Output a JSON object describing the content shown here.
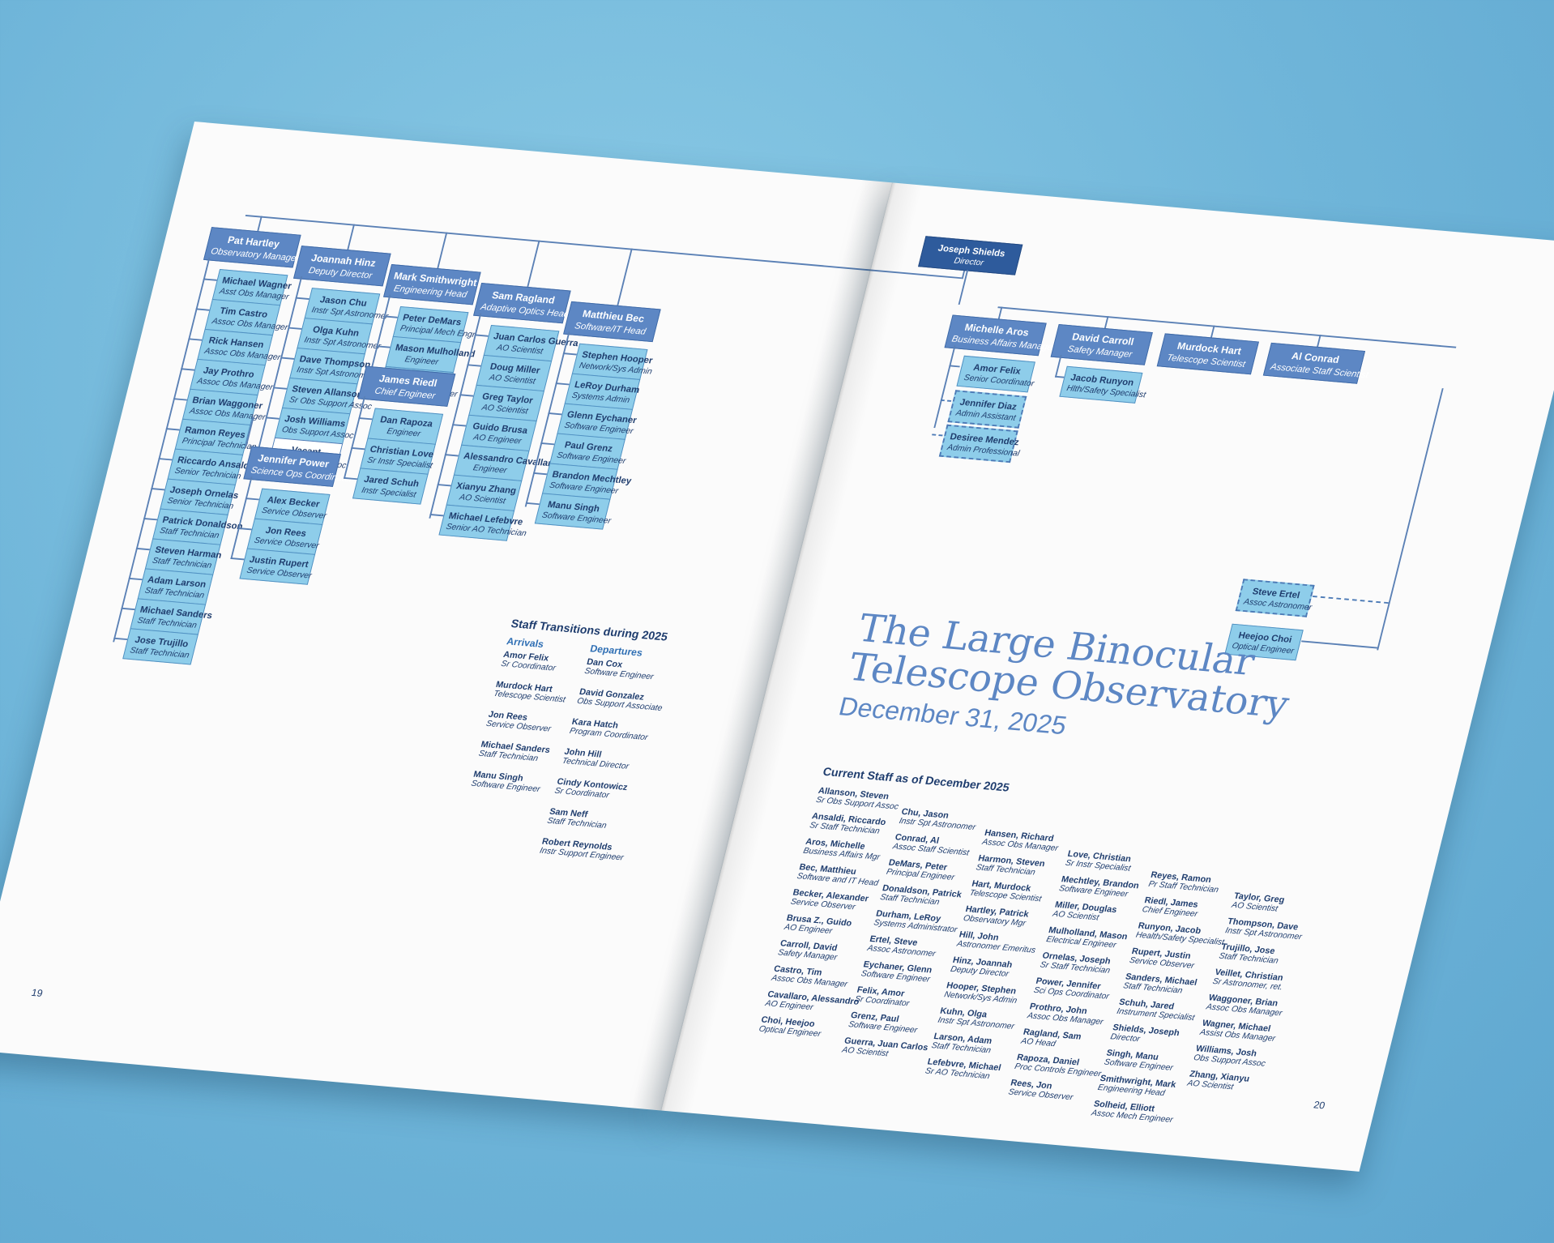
{
  "left_page": {
    "page_number": "19",
    "groups": [
      {
        "head": {
          "name": "Pat Hartley",
          "role": "Observatory Manager"
        },
        "members": [
          {
            "name": "Michael Wagner",
            "role": "Asst Obs Manager"
          },
          {
            "name": "Tim Castro",
            "role": "Assoc Obs Manager"
          },
          {
            "name": "Rick Hansen",
            "role": "Assoc Obs Manager"
          },
          {
            "name": "Jay Prothro",
            "role": "Assoc Obs Manager"
          },
          {
            "name": "Brian Waggoner",
            "role": "Assoc Obs Manager"
          },
          {
            "name": "Ramon Reyes",
            "role": "Principal Technician"
          },
          {
            "name": "Riccardo Ansaldi",
            "role": "Senior Technician"
          },
          {
            "name": "Joseph Ornelas",
            "role": "Senior Technician"
          },
          {
            "name": "Patrick Donaldson",
            "role": "Staff Technician"
          },
          {
            "name": "Steven Harman",
            "role": "Staff Technician"
          },
          {
            "name": "Adam Larson",
            "role": "Staff Technician"
          },
          {
            "name": "Michael Sanders",
            "role": "Staff Technician"
          },
          {
            "name": "Jose Trujillo",
            "role": "Staff Technician"
          }
        ]
      },
      {
        "head": {
          "name": "Joannah Hinz",
          "role": "Deputy Director"
        },
        "members": [
          {
            "name": "Jason Chu",
            "role": "Instr Spt Astronomer"
          },
          {
            "name": "Olga Kuhn",
            "role": "Instr Spt Astronomer"
          },
          {
            "name": "Dave Thompson",
            "role": "Instr Spt Astronomer"
          },
          {
            "name": "Steven Allanson",
            "role": "Sr Obs Support Assoc"
          },
          {
            "name": "Josh Williams",
            "role": "Obs Support Assoc"
          },
          {
            "name": "Vacant",
            "role": "Obs Support Assoc"
          }
        ]
      },
      {
        "head": {
          "name": "Jennifer Power",
          "role": "Science Ops Coordinator"
        },
        "members": [
          {
            "name": "Alex Becker",
            "role": "Service Observer"
          },
          {
            "name": "Jon Rees",
            "role": "Service Observer"
          },
          {
            "name": "Justin Rupert",
            "role": "Service Observer"
          }
        ]
      },
      {
        "head": {
          "name": "Mark Smithwright",
          "role": "Engineering Head"
        },
        "members": [
          {
            "name": "Peter DeMars",
            "role": "Principal Mech Engr"
          },
          {
            "name": "Mason Mulholland",
            "role": "Engineer"
          },
          {
            "name": "Elliott Solheid",
            "role": "Associate Engineer"
          }
        ]
      },
      {
        "head": {
          "name": "James Riedl",
          "role": "Chief Engineer"
        },
        "members": [
          {
            "name": "Dan Rapoza",
            "role": "Engineer"
          },
          {
            "name": "Christian Love",
            "role": "Sr Instr Specialist"
          },
          {
            "name": "Jared Schuh",
            "role": "Instr Specialist"
          }
        ]
      },
      {
        "head": {
          "name": "Sam Ragland",
          "role": "Adaptive Optics Head"
        },
        "members": [
          {
            "name": "Juan Carlos Guerra",
            "role": "AO Scientist"
          },
          {
            "name": "Doug Miller",
            "role": "AO Scientist"
          },
          {
            "name": "Greg Taylor",
            "role": "AO Scientist"
          },
          {
            "name": "Guido Brusa",
            "role": "AO Engineer"
          },
          {
            "name": "Alessandro Cavallaro",
            "role": "Engineer"
          },
          {
            "name": "Xianyu Zhang",
            "role": "AO Scientist"
          },
          {
            "name": "Michael Lefebvre",
            "role": "Senior AO Technician"
          }
        ]
      },
      {
        "head": {
          "name": "Matthieu Bec",
          "role": "Software/IT Head"
        },
        "members": [
          {
            "name": "Stephen Hooper",
            "role": "Network/Sys Admin"
          },
          {
            "name": "LeRoy Durham",
            "role": "Systems Admin"
          },
          {
            "name": "Glenn Eychaner",
            "role": "Software Engineer"
          },
          {
            "name": "Paul Grenz",
            "role": "Software Engineer"
          },
          {
            "name": "Brandon Mechtley",
            "role": "Software Engineer"
          },
          {
            "name": "Manu Singh",
            "role": "Software Engineer"
          }
        ]
      }
    ],
    "transitions": {
      "title": "Staff Transitions during 2025",
      "arrivals_label": "Arrivals",
      "departures_label": "Departures",
      "arrivals": [
        {
          "name": "Amor Felix",
          "role": "Sr Coordinator"
        },
        {
          "name": "Murdock Hart",
          "role": "Telescope Scientist"
        },
        {
          "name": "Jon Rees",
          "role": "Service Observer"
        },
        {
          "name": "Michael Sanders",
          "role": "Staff Technician"
        },
        {
          "name": "Manu Singh",
          "role": "Software Engineer"
        }
      ],
      "departures": [
        {
          "name": "Dan Cox",
          "role": "Software Engineer"
        },
        {
          "name": "David Gonzalez",
          "role": "Obs Support Associate"
        },
        {
          "name": "Kara Hatch",
          "role": "Program Coordinator"
        },
        {
          "name": "John Hill",
          "role": "Technical Director"
        },
        {
          "name": "Cindy Kontowicz",
          "role": "Sr Coordinator"
        },
        {
          "name": "Sam Neff",
          "role": "Staff Technician"
        },
        {
          "name": "Robert Reynolds",
          "role": "Instr Support Engineer"
        }
      ]
    }
  },
  "right_page": {
    "page_number": "20",
    "director": {
      "name": "Joseph Shields",
      "role": "Director"
    },
    "heads": [
      {
        "name": "Michelle Aros",
        "role": "Business Affairs Manager"
      },
      {
        "name": "David Carroll",
        "role": "Safety Manager"
      },
      {
        "name": "Murdock Hart",
        "role": "Telescope Scientist"
      },
      {
        "name": "Al Conrad",
        "role": "Associate Staff Scientist"
      }
    ],
    "aros_staff": [
      {
        "name": "Amor Felix",
        "role": "Senior Coordinator"
      },
      {
        "name": "Jennifer Diaz",
        "role": "Admin Assistant"
      },
      {
        "name": "Desiree Mendez",
        "role": "Admin Professional"
      }
    ],
    "carroll_staff": [
      {
        "name": "Jacob Runyon",
        "role": "Hlth/Safety Specialist"
      }
    ],
    "conrad_staff": [
      {
        "name": "Steve Ertel",
        "role": "Assoc Astronomer"
      },
      {
        "name": "Heejoo Choi",
        "role": "Optical Engineer"
      }
    ],
    "title_line1": "The Large Binocular",
    "title_line2": "Telescope Observatory",
    "date": "December 31, 2025",
    "roster_title": "Current Staff as of December 2025",
    "roster_columns": [
      [
        {
          "name": "Allanson, Steven",
          "role": "Sr Obs Support Assoc"
        },
        {
          "name": "Ansaldi, Riccardo",
          "role": "Sr Staff Technician"
        },
        {
          "name": "Aros, Michelle",
          "role": "Business Affairs Mgr"
        },
        {
          "name": "Bec, Matthieu",
          "role": "Software and IT Head"
        },
        {
          "name": "Becker, Alexander",
          "role": "Service Observer"
        },
        {
          "name": "Brusa Z., Guido",
          "role": "AO Engineer"
        },
        {
          "name": "Carroll, David",
          "role": "Safety Manager"
        },
        {
          "name": "Castro, Tim",
          "role": "Assoc Obs Manager"
        },
        {
          "name": "Cavallaro, Alessandro",
          "role": "AO Engineer"
        },
        {
          "name": "Choi, Heejoo",
          "role": "Optical Engineer"
        }
      ],
      [
        {
          "name": "Chu, Jason",
          "role": "Instr Spt Astronomer"
        },
        {
          "name": "Conrad, Al",
          "role": "Assoc Staff Scientist"
        },
        {
          "name": "DeMars, Peter",
          "role": "Principal Engineer"
        },
        {
          "name": "Donaldson, Patrick",
          "role": "Staff Technician"
        },
        {
          "name": "Durham, LeRoy",
          "role": "Systems Administrator"
        },
        {
          "name": "Ertel, Steve",
          "role": "Assoc Astronomer"
        },
        {
          "name": "Eychaner, Glenn",
          "role": "Software Engineer"
        },
        {
          "name": "Felix, Amor",
          "role": "Sr Coordinator"
        },
        {
          "name": "Grenz, Paul",
          "role": "Software Engineer"
        },
        {
          "name": "Guerra, Juan Carlos",
          "role": "AO Scientist"
        }
      ],
      [
        {
          "name": "Hansen, Richard",
          "role": "Assoc Obs Manager"
        },
        {
          "name": "Harmon, Steven",
          "role": "Staff Technician"
        },
        {
          "name": "Hart, Murdock",
          "role": "Telescope Scientist"
        },
        {
          "name": "Hartley, Patrick",
          "role": "Observatory Mgr"
        },
        {
          "name": "Hill, John",
          "role": "Astronomer Emeritus"
        },
        {
          "name": "Hinz, Joannah",
          "role": "Deputy Director"
        },
        {
          "name": "Hooper, Stephen",
          "role": "Network/Sys Admin"
        },
        {
          "name": "Kuhn, Olga",
          "role": "Instr Spt Astronomer"
        },
        {
          "name": "Larson, Adam",
          "role": "Staff Technician"
        },
        {
          "name": "Lefebvre, Michael",
          "role": "Sr AO Technician"
        }
      ],
      [
        {
          "name": "Love, Christian",
          "role": "Sr Instr Specialist"
        },
        {
          "name": "Mechtley, Brandon",
          "role": "Software Engineer"
        },
        {
          "name": "Miller, Douglas",
          "role": "AO Scientist"
        },
        {
          "name": "Mulholland, Mason",
          "role": "Electrical Engineer"
        },
        {
          "name": "Ornelas, Joseph",
          "role": "Sr Staff Technician"
        },
        {
          "name": "Power, Jennifer",
          "role": "Sci Ops Coordinator"
        },
        {
          "name": "Prothro, John",
          "role": "Assoc Obs Manager"
        },
        {
          "name": "Ragland, Sam",
          "role": "AO Head"
        },
        {
          "name": "Rapoza, Daniel",
          "role": "Proc Controls Engineer"
        },
        {
          "name": "Rees, Jon",
          "role": "Service Observer"
        }
      ],
      [
        {
          "name": "Reyes, Ramon",
          "role": "Pr Staff Technician"
        },
        {
          "name": "Riedl, James",
          "role": "Chief Engineer"
        },
        {
          "name": "Runyon, Jacob",
          "role": "Health/Safety Specialist"
        },
        {
          "name": "Rupert, Justin",
          "role": "Service Observer"
        },
        {
          "name": "Sanders, Michael",
          "role": "Staff Technician"
        },
        {
          "name": "Schuh, Jared",
          "role": "Instrument Specialist"
        },
        {
          "name": "Shields, Joseph",
          "role": "Director"
        },
        {
          "name": "Singh, Manu",
          "role": "Software Engineer"
        },
        {
          "name": "Smithwright, Mark",
          "role": "Engineering Head"
        },
        {
          "name": "Solheid, Elliott",
          "role": "Assoc Mech Engineer"
        }
      ],
      [
        {
          "name": "Taylor, Greg",
          "role": "AO Scientist"
        },
        {
          "name": "Thompson, Dave",
          "role": "Instr Spt Astronomer"
        },
        {
          "name": "Trujillo, Jose",
          "role": "Staff Technician"
        },
        {
          "name": "Veillet, Christian",
          "role": "Sr Astronomer, ret."
        },
        {
          "name": "Waggoner, Brian",
          "role": "Assoc Obs Manager"
        },
        {
          "name": "Wagner, Michael",
          "role": "Assist Obs Manager"
        },
        {
          "name": "Williams, Josh",
          "role": "Obs Support Assoc"
        },
        {
          "name": "Zhang, Xianyu",
          "role": "AO Scientist"
        }
      ]
    ]
  }
}
